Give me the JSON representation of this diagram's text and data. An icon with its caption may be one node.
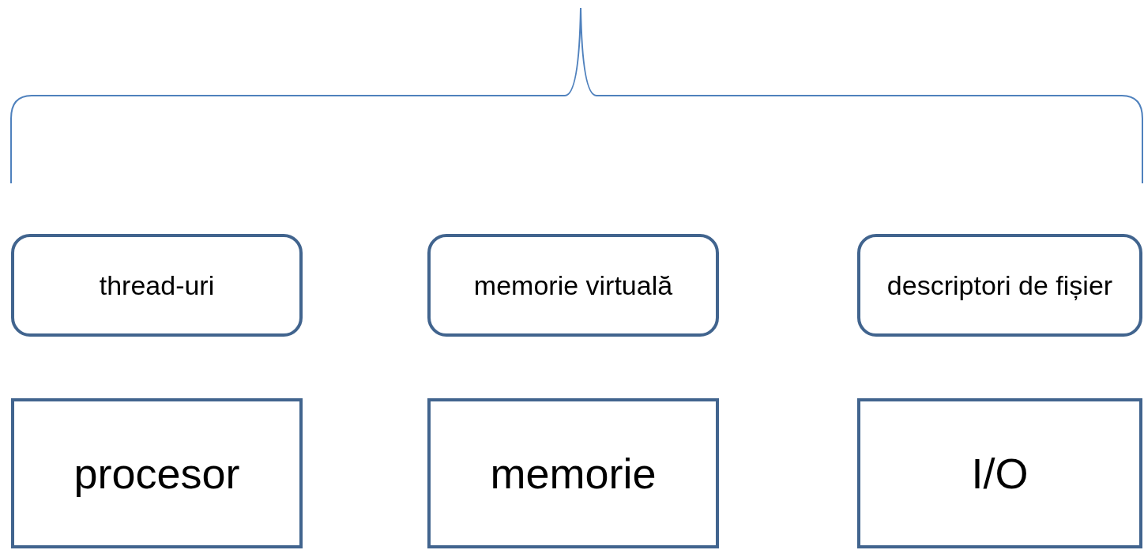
{
  "diagram": {
    "nodes": [
      {
        "text": [
          "thread-uri"
        ]
      },
      {
        "text": [
          "memorie virtuală"
        ]
      },
      {
        "text": [
          "descriptori de fișier"
        ]
      },
      {
        "text": [
          "procesor"
        ]
      },
      {
        "text": [
          "memorie"
        ]
      },
      {
        "text": [
          "I/O"
        ]
      }
    ]
  }
}
